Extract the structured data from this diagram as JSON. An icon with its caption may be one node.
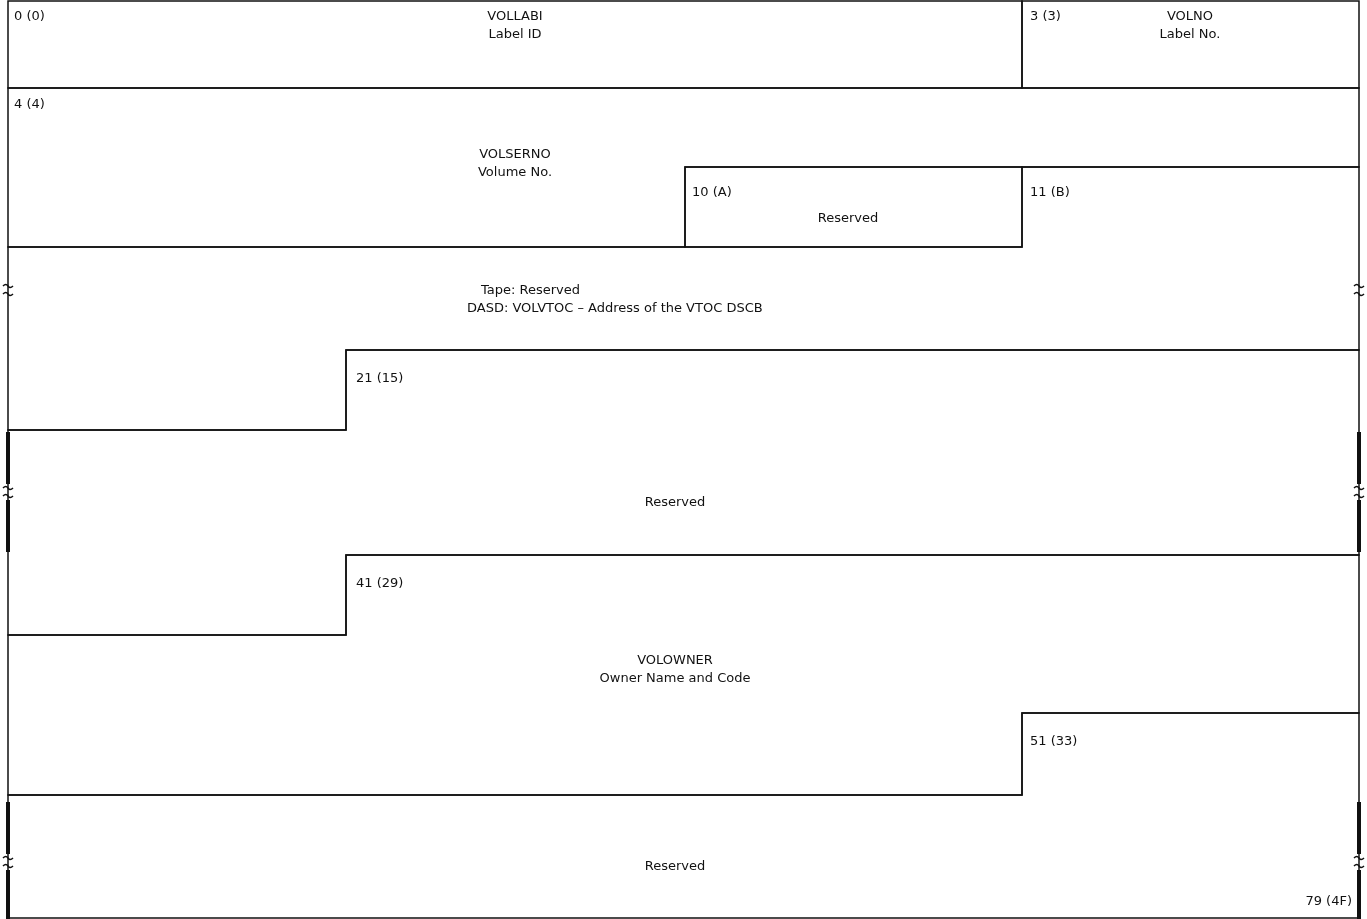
{
  "diagram": {
    "nodes": [
      {
        "text": [
          "0 (0)",
          "VOLLABI",
          "Label ID"
        ]
      },
      {
        "text": [
          "3 (3)",
          "VOLNO",
          "Label No."
        ]
      },
      {
        "text": [
          "4 (4)",
          "VOLSERNO",
          "Volume No."
        ]
      },
      {
        "text": [
          "10 (A)",
          "Reserved"
        ]
      },
      {
        "text": [
          "11 (B)",
          "Tape: Reserved",
          "DASD: VOLVTOC – Address of the VTOC DSCB"
        ]
      },
      {
        "text": [
          "21 (15)",
          "Reserved"
        ]
      },
      {
        "text": [
          "41 (29)",
          "VOLOWNER",
          "Owner Name and Code"
        ]
      },
      {
        "text": [
          "51 (33)",
          "Reserved",
          "79 (4F)"
        ]
      }
    ]
  }
}
